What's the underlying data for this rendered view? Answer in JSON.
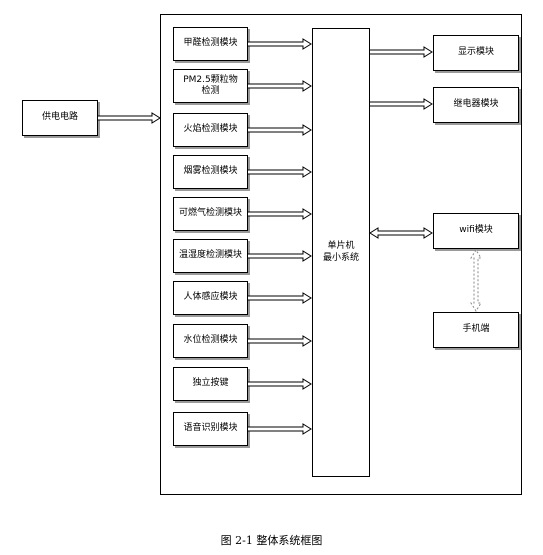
{
  "diagram": {
    "power_supply": "供电电路",
    "mcu": [
      "单片机",
      "最小系统"
    ],
    "sensors": [
      {
        "lines": [
          "甲醛检测模块"
        ]
      },
      {
        "lines": [
          "PM2.5颗粒物",
          "检测"
        ]
      },
      {
        "lines": [
          "火焰检测模块"
        ]
      },
      {
        "lines": [
          "烟雾检测模块"
        ]
      },
      {
        "lines": [
          "可燃气检测模块"
        ]
      },
      {
        "lines": [
          "温湿度检测模块"
        ]
      },
      {
        "lines": [
          "人体感应模块"
        ]
      },
      {
        "lines": [
          "水位检测模块"
        ]
      },
      {
        "lines": [
          "独立按键"
        ]
      },
      {
        "lines": [
          "语音识别模块"
        ]
      }
    ],
    "outputs": {
      "display": "显示模块",
      "relay": "继电器模块",
      "wifi": "wifi模块",
      "phone": "手机端"
    },
    "caption": "图 2-1 整体系统框图"
  },
  "colors": {
    "line": "#000000",
    "shadow": "#9a9a9a",
    "dashed": "#888888"
  }
}
